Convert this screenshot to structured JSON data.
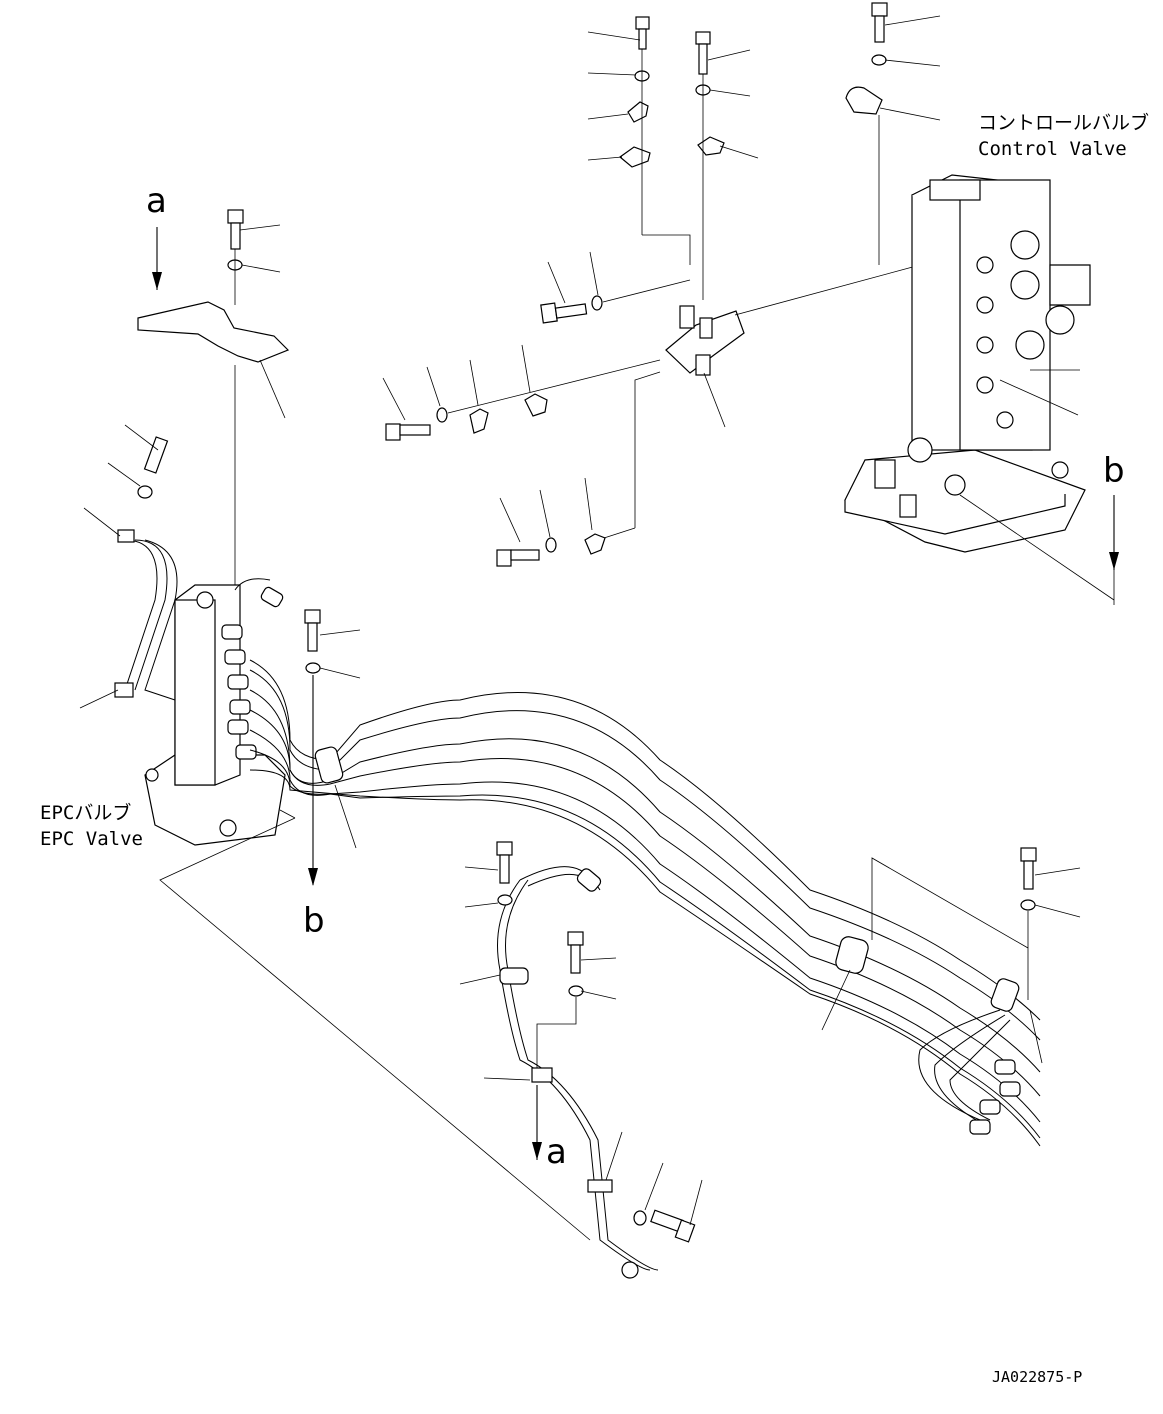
{
  "labels": {
    "control_valve_jp": "コントロールバルブ",
    "control_valve_en": "Control Valve",
    "epc_valve_jp": "EPCバルブ",
    "epc_valve_en": "EPC Valve",
    "drawing_number": "JA022875-P"
  },
  "markers": {
    "a": "a",
    "b": "b"
  }
}
